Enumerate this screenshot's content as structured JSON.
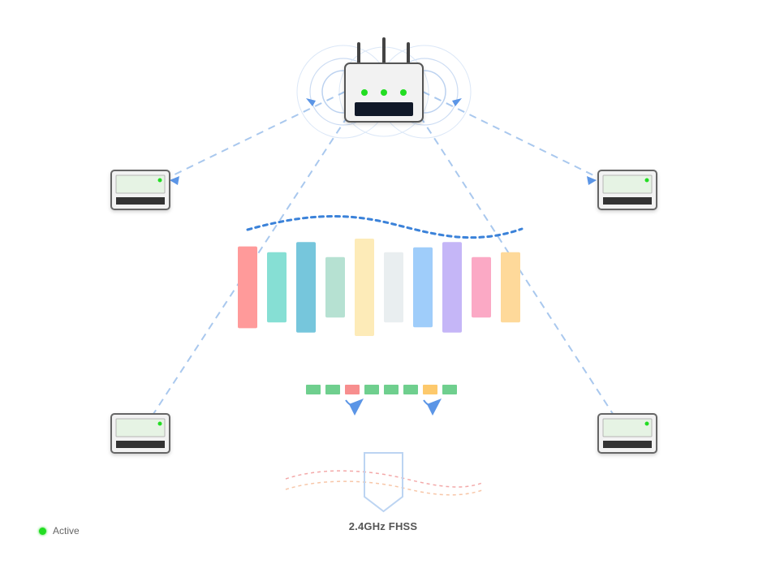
{
  "caption": "2.4GHz FHSS",
  "legend": {
    "label": "Active",
    "color": "#22dd22"
  },
  "colors": {
    "link": "#a9c8ee",
    "arrow": "#5b95e6",
    "wave": "#3b82d9",
    "led": "#22dd22",
    "device_screen": "#e6f3e4",
    "device_body": "#f2f2f2",
    "device_slot": "#333333"
  },
  "router": {
    "icon": "router-icon",
    "leds": 3,
    "antennas": 3
  },
  "devices": [
    {
      "name": "device-top-left",
      "icon": "device-icon"
    },
    {
      "name": "device-top-right",
      "icon": "device-icon"
    },
    {
      "name": "device-bottom-left",
      "icon": "device-icon"
    },
    {
      "name": "device-bottom-right",
      "icon": "device-icon"
    }
  ],
  "channel_bars": [
    {
      "color": "#ff9a9a",
      "height": 0.84
    },
    {
      "color": "#86dfd4",
      "height": 0.72
    },
    {
      "color": "#76c6dc",
      "height": 0.93
    },
    {
      "color": "#b6e1d2",
      "height": 0.62
    },
    {
      "color": "#fdebb8",
      "height": 1.0
    },
    {
      "color": "#e9eef0",
      "height": 0.72
    },
    {
      "color": "#9fcdfa",
      "height": 0.82
    },
    {
      "color": "#c5b6f7",
      "height": 0.93
    },
    {
      "color": "#fba9c5",
      "height": 0.62
    },
    {
      "color": "#fed99a",
      "height": 0.72
    }
  ],
  "hop_slots": [
    {
      "color": "#6fcf8e"
    },
    {
      "color": "#6fcf8e"
    },
    {
      "color": "#f78e8e"
    },
    {
      "color": "#6fcf8e"
    },
    {
      "color": "#6fcf8e"
    },
    {
      "color": "#6fcf8e"
    },
    {
      "color": "#fdc96c"
    },
    {
      "color": "#6fcf8e"
    }
  ]
}
